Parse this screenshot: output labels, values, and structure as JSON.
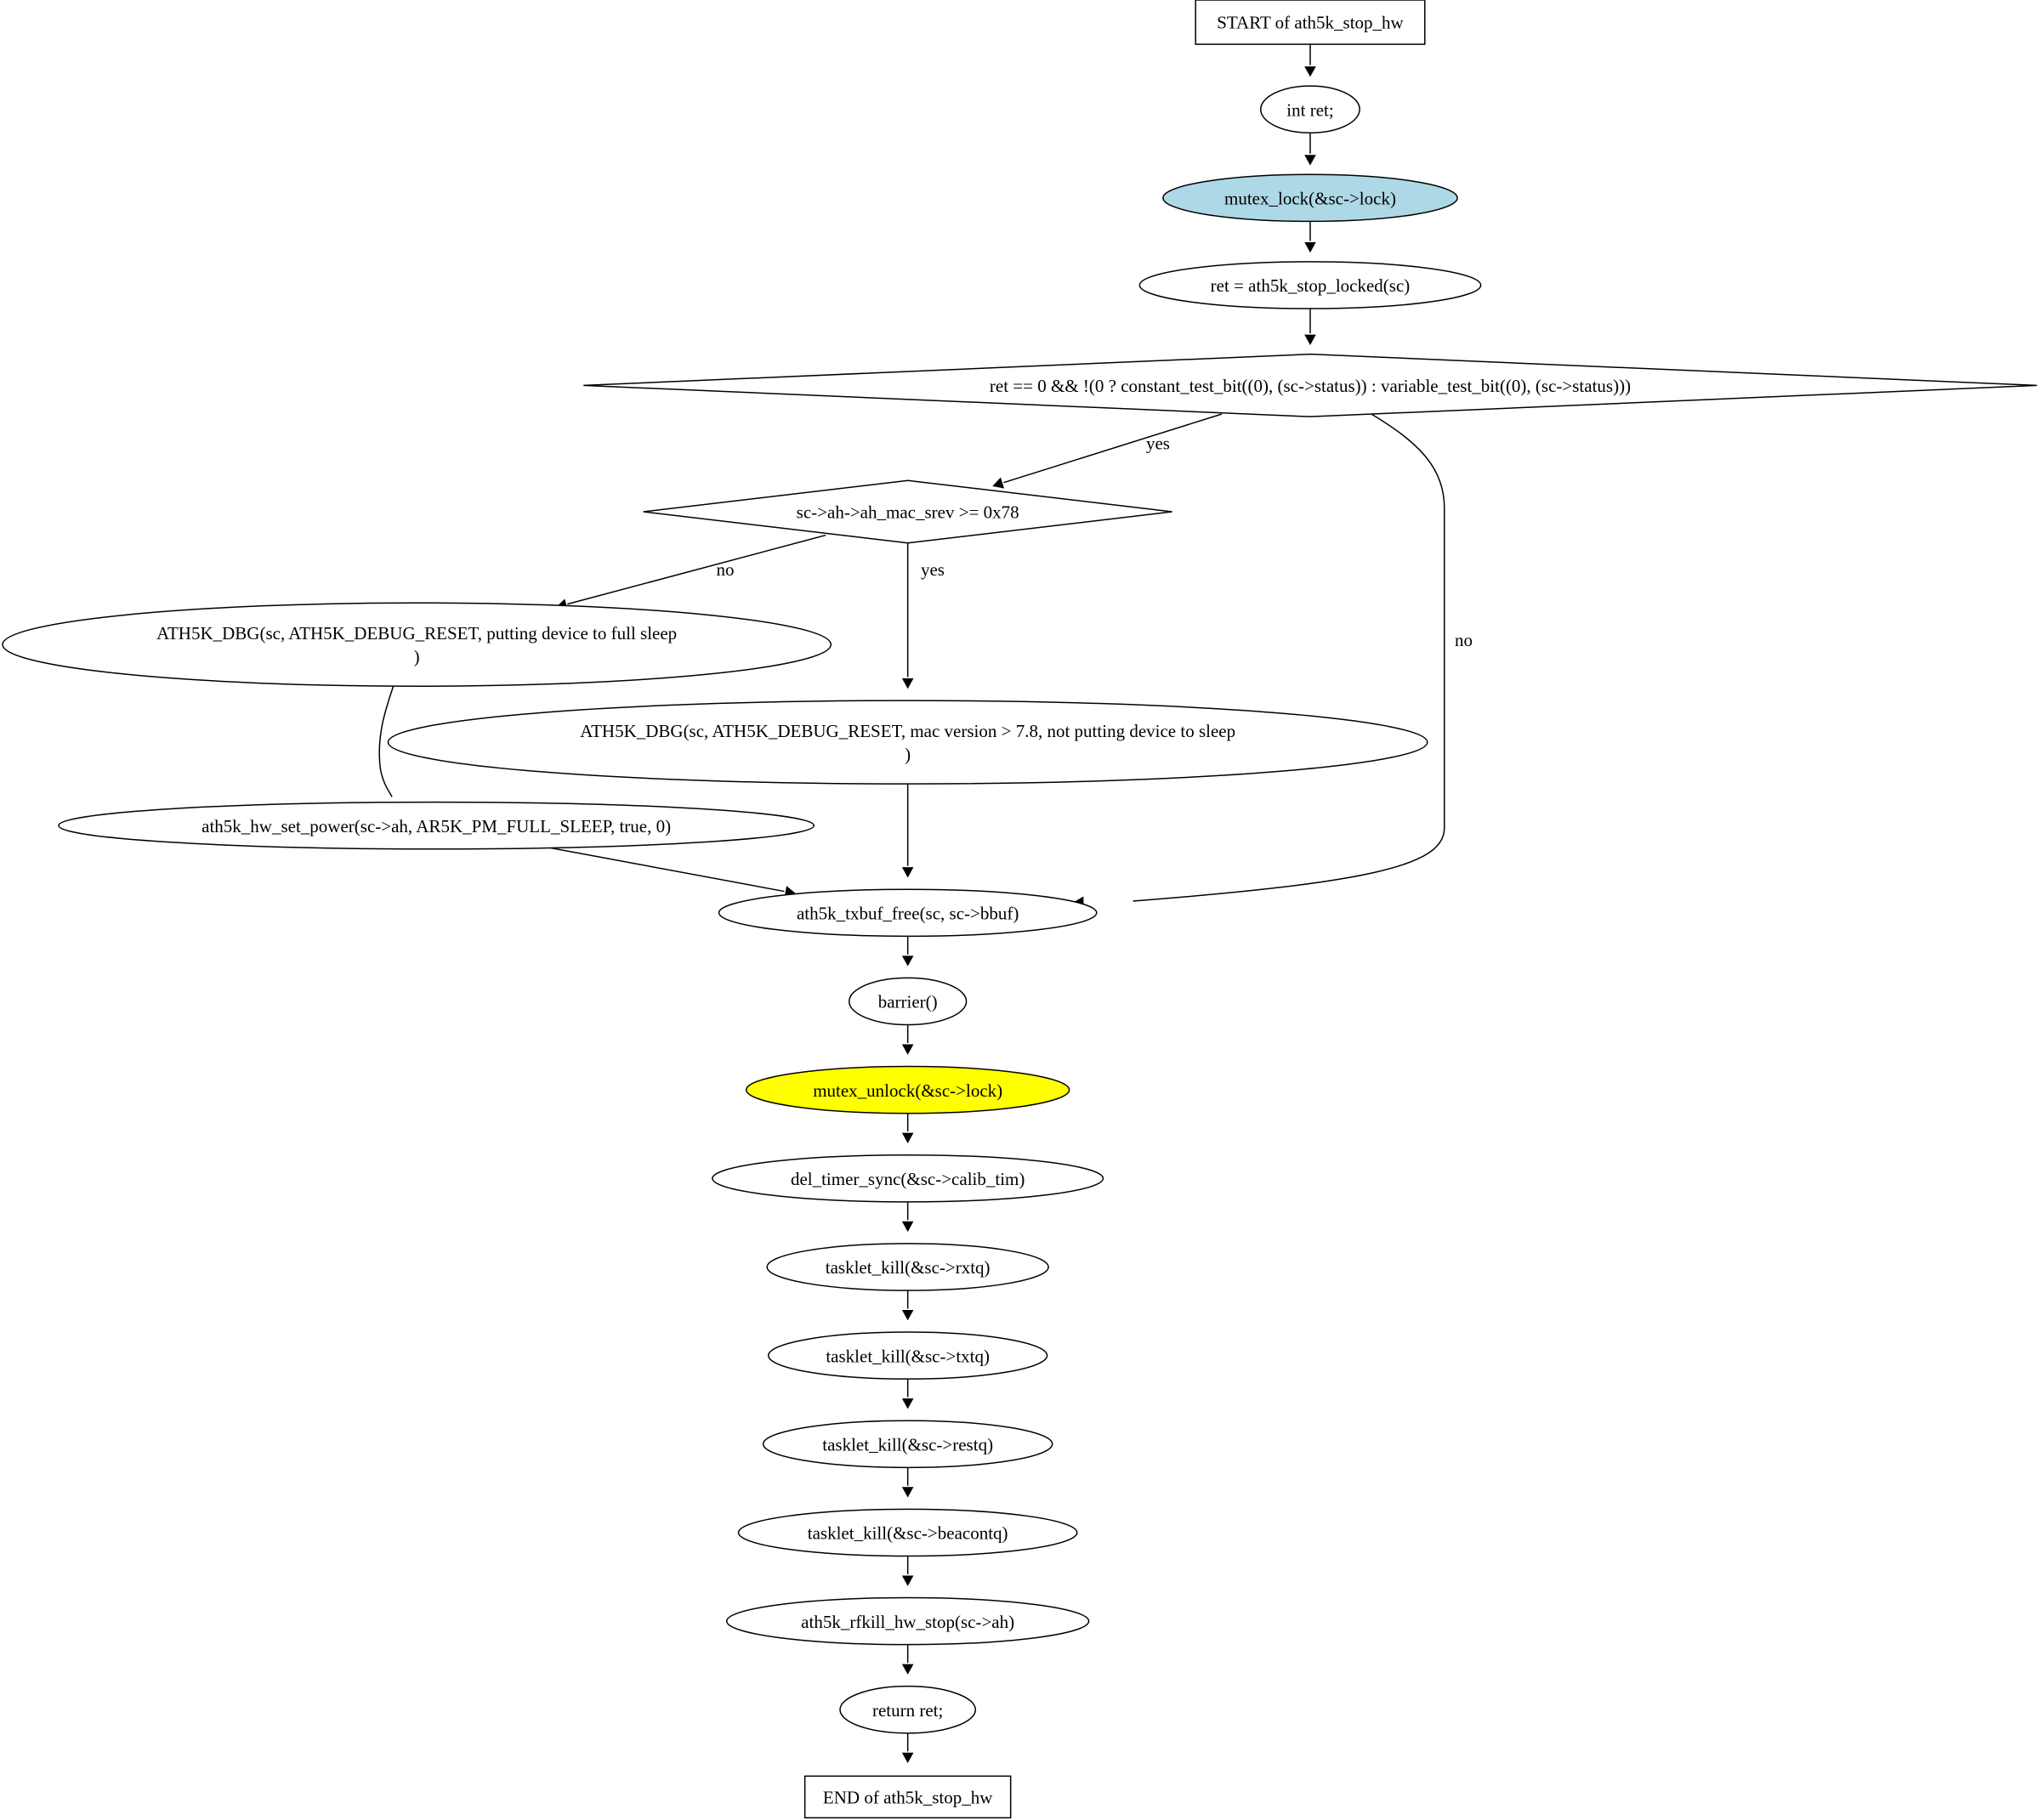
{
  "colors": {
    "background": "#ffffff",
    "stroke": "#000000",
    "node_default_fill": "#ffffff",
    "lock_fill": "#add8e6",
    "unlock_fill": "#ffff00"
  },
  "nodes": [
    {
      "id": "start",
      "shape": "box",
      "fill": "#ffffff",
      "lines": [
        "START of ath5k_stop_hw"
      ]
    },
    {
      "id": "int_ret",
      "shape": "ellipse",
      "fill": "#ffffff",
      "lines": [
        "int ret;"
      ]
    },
    {
      "id": "mutex_lock",
      "shape": "ellipse",
      "fill": "#add8e6",
      "lines": [
        "mutex_lock(&sc->lock)"
      ]
    },
    {
      "id": "stop_locked",
      "shape": "ellipse",
      "fill": "#ffffff",
      "lines": [
        "ret = ath5k_stop_locked(sc)"
      ]
    },
    {
      "id": "cond_status",
      "shape": "diamond",
      "fill": "#ffffff",
      "lines": [
        "ret == 0 && !(0 ? constant_test_bit((0), (sc->status)) : variable_test_bit((0), (sc->status)))"
      ]
    },
    {
      "id": "cond_srev",
      "shape": "diamond",
      "fill": "#ffffff",
      "lines": [
        "sc->ah->ah_mac_srev >= 0x78"
      ]
    },
    {
      "id": "dbg_sleep",
      "shape": "ellipse",
      "fill": "#ffffff",
      "lines": [
        "ATH5K_DBG(sc, ATH5K_DEBUG_RESET, putting device to full sleep",
        ")"
      ]
    },
    {
      "id": "dbg_nosleep",
      "shape": "ellipse",
      "fill": "#ffffff",
      "lines": [
        "ATH5K_DBG(sc, ATH5K_DEBUG_RESET, mac version > 7.8, not putting device to sleep",
        ")"
      ]
    },
    {
      "id": "set_power",
      "shape": "ellipse",
      "fill": "#ffffff",
      "lines": [
        "ath5k_hw_set_power(sc->ah, AR5K_PM_FULL_SLEEP, true, 0)"
      ]
    },
    {
      "id": "txbuf_free",
      "shape": "ellipse",
      "fill": "#ffffff",
      "lines": [
        "ath5k_txbuf_free(sc, sc->bbuf)"
      ]
    },
    {
      "id": "barrier",
      "shape": "ellipse",
      "fill": "#ffffff",
      "lines": [
        "barrier()"
      ]
    },
    {
      "id": "mutex_unlock",
      "shape": "ellipse",
      "fill": "#ffff00",
      "lines": [
        "mutex_unlock(&sc->lock)"
      ]
    },
    {
      "id": "del_timer",
      "shape": "ellipse",
      "fill": "#ffffff",
      "lines": [
        "del_timer_sync(&sc->calib_tim)"
      ]
    },
    {
      "id": "kill_rxtq",
      "shape": "ellipse",
      "fill": "#ffffff",
      "lines": [
        "tasklet_kill(&sc->rxtq)"
      ]
    },
    {
      "id": "kill_txtq",
      "shape": "ellipse",
      "fill": "#ffffff",
      "lines": [
        "tasklet_kill(&sc->txtq)"
      ]
    },
    {
      "id": "kill_restq",
      "shape": "ellipse",
      "fill": "#ffffff",
      "lines": [
        "tasklet_kill(&sc->restq)"
      ]
    },
    {
      "id": "kill_beacontq",
      "shape": "ellipse",
      "fill": "#ffffff",
      "lines": [
        "tasklet_kill(&sc->beacontq)"
      ]
    },
    {
      "id": "rfkill_stop",
      "shape": "ellipse",
      "fill": "#ffffff",
      "lines": [
        "ath5k_rfkill_hw_stop(sc->ah)"
      ]
    },
    {
      "id": "return_ret",
      "shape": "ellipse",
      "fill": "#ffffff",
      "lines": [
        "return ret;"
      ]
    },
    {
      "id": "end",
      "shape": "box",
      "fill": "#ffffff",
      "lines": [
        "END of ath5k_stop_hw"
      ]
    }
  ],
  "edges": [
    {
      "from": "start",
      "to": "int_ret",
      "label": ""
    },
    {
      "from": "int_ret",
      "to": "mutex_lock",
      "label": ""
    },
    {
      "from": "mutex_lock",
      "to": "stop_locked",
      "label": ""
    },
    {
      "from": "stop_locked",
      "to": "cond_status",
      "label": ""
    },
    {
      "from": "cond_status",
      "to": "cond_srev",
      "label": "yes"
    },
    {
      "from": "cond_status",
      "to": "txbuf_free",
      "label": "no"
    },
    {
      "from": "cond_srev",
      "to": "dbg_sleep",
      "label": "no"
    },
    {
      "from": "cond_srev",
      "to": "dbg_nosleep",
      "label": "yes"
    },
    {
      "from": "dbg_sleep",
      "to": "set_power",
      "label": ""
    },
    {
      "from": "set_power",
      "to": "txbuf_free",
      "label": ""
    },
    {
      "from": "dbg_nosleep",
      "to": "txbuf_free",
      "label": ""
    },
    {
      "from": "txbuf_free",
      "to": "barrier",
      "label": ""
    },
    {
      "from": "barrier",
      "to": "mutex_unlock",
      "label": ""
    },
    {
      "from": "mutex_unlock",
      "to": "del_timer",
      "label": ""
    },
    {
      "from": "del_timer",
      "to": "kill_rxtq",
      "label": ""
    },
    {
      "from": "kill_rxtq",
      "to": "kill_txtq",
      "label": ""
    },
    {
      "from": "kill_txtq",
      "to": "kill_restq",
      "label": ""
    },
    {
      "from": "kill_restq",
      "to": "kill_beacontq",
      "label": ""
    },
    {
      "from": "kill_beacontq",
      "to": "rfkill_stop",
      "label": ""
    },
    {
      "from": "rfkill_stop",
      "to": "return_ret",
      "label": ""
    },
    {
      "from": "return_ret",
      "to": "end",
      "label": ""
    }
  ]
}
